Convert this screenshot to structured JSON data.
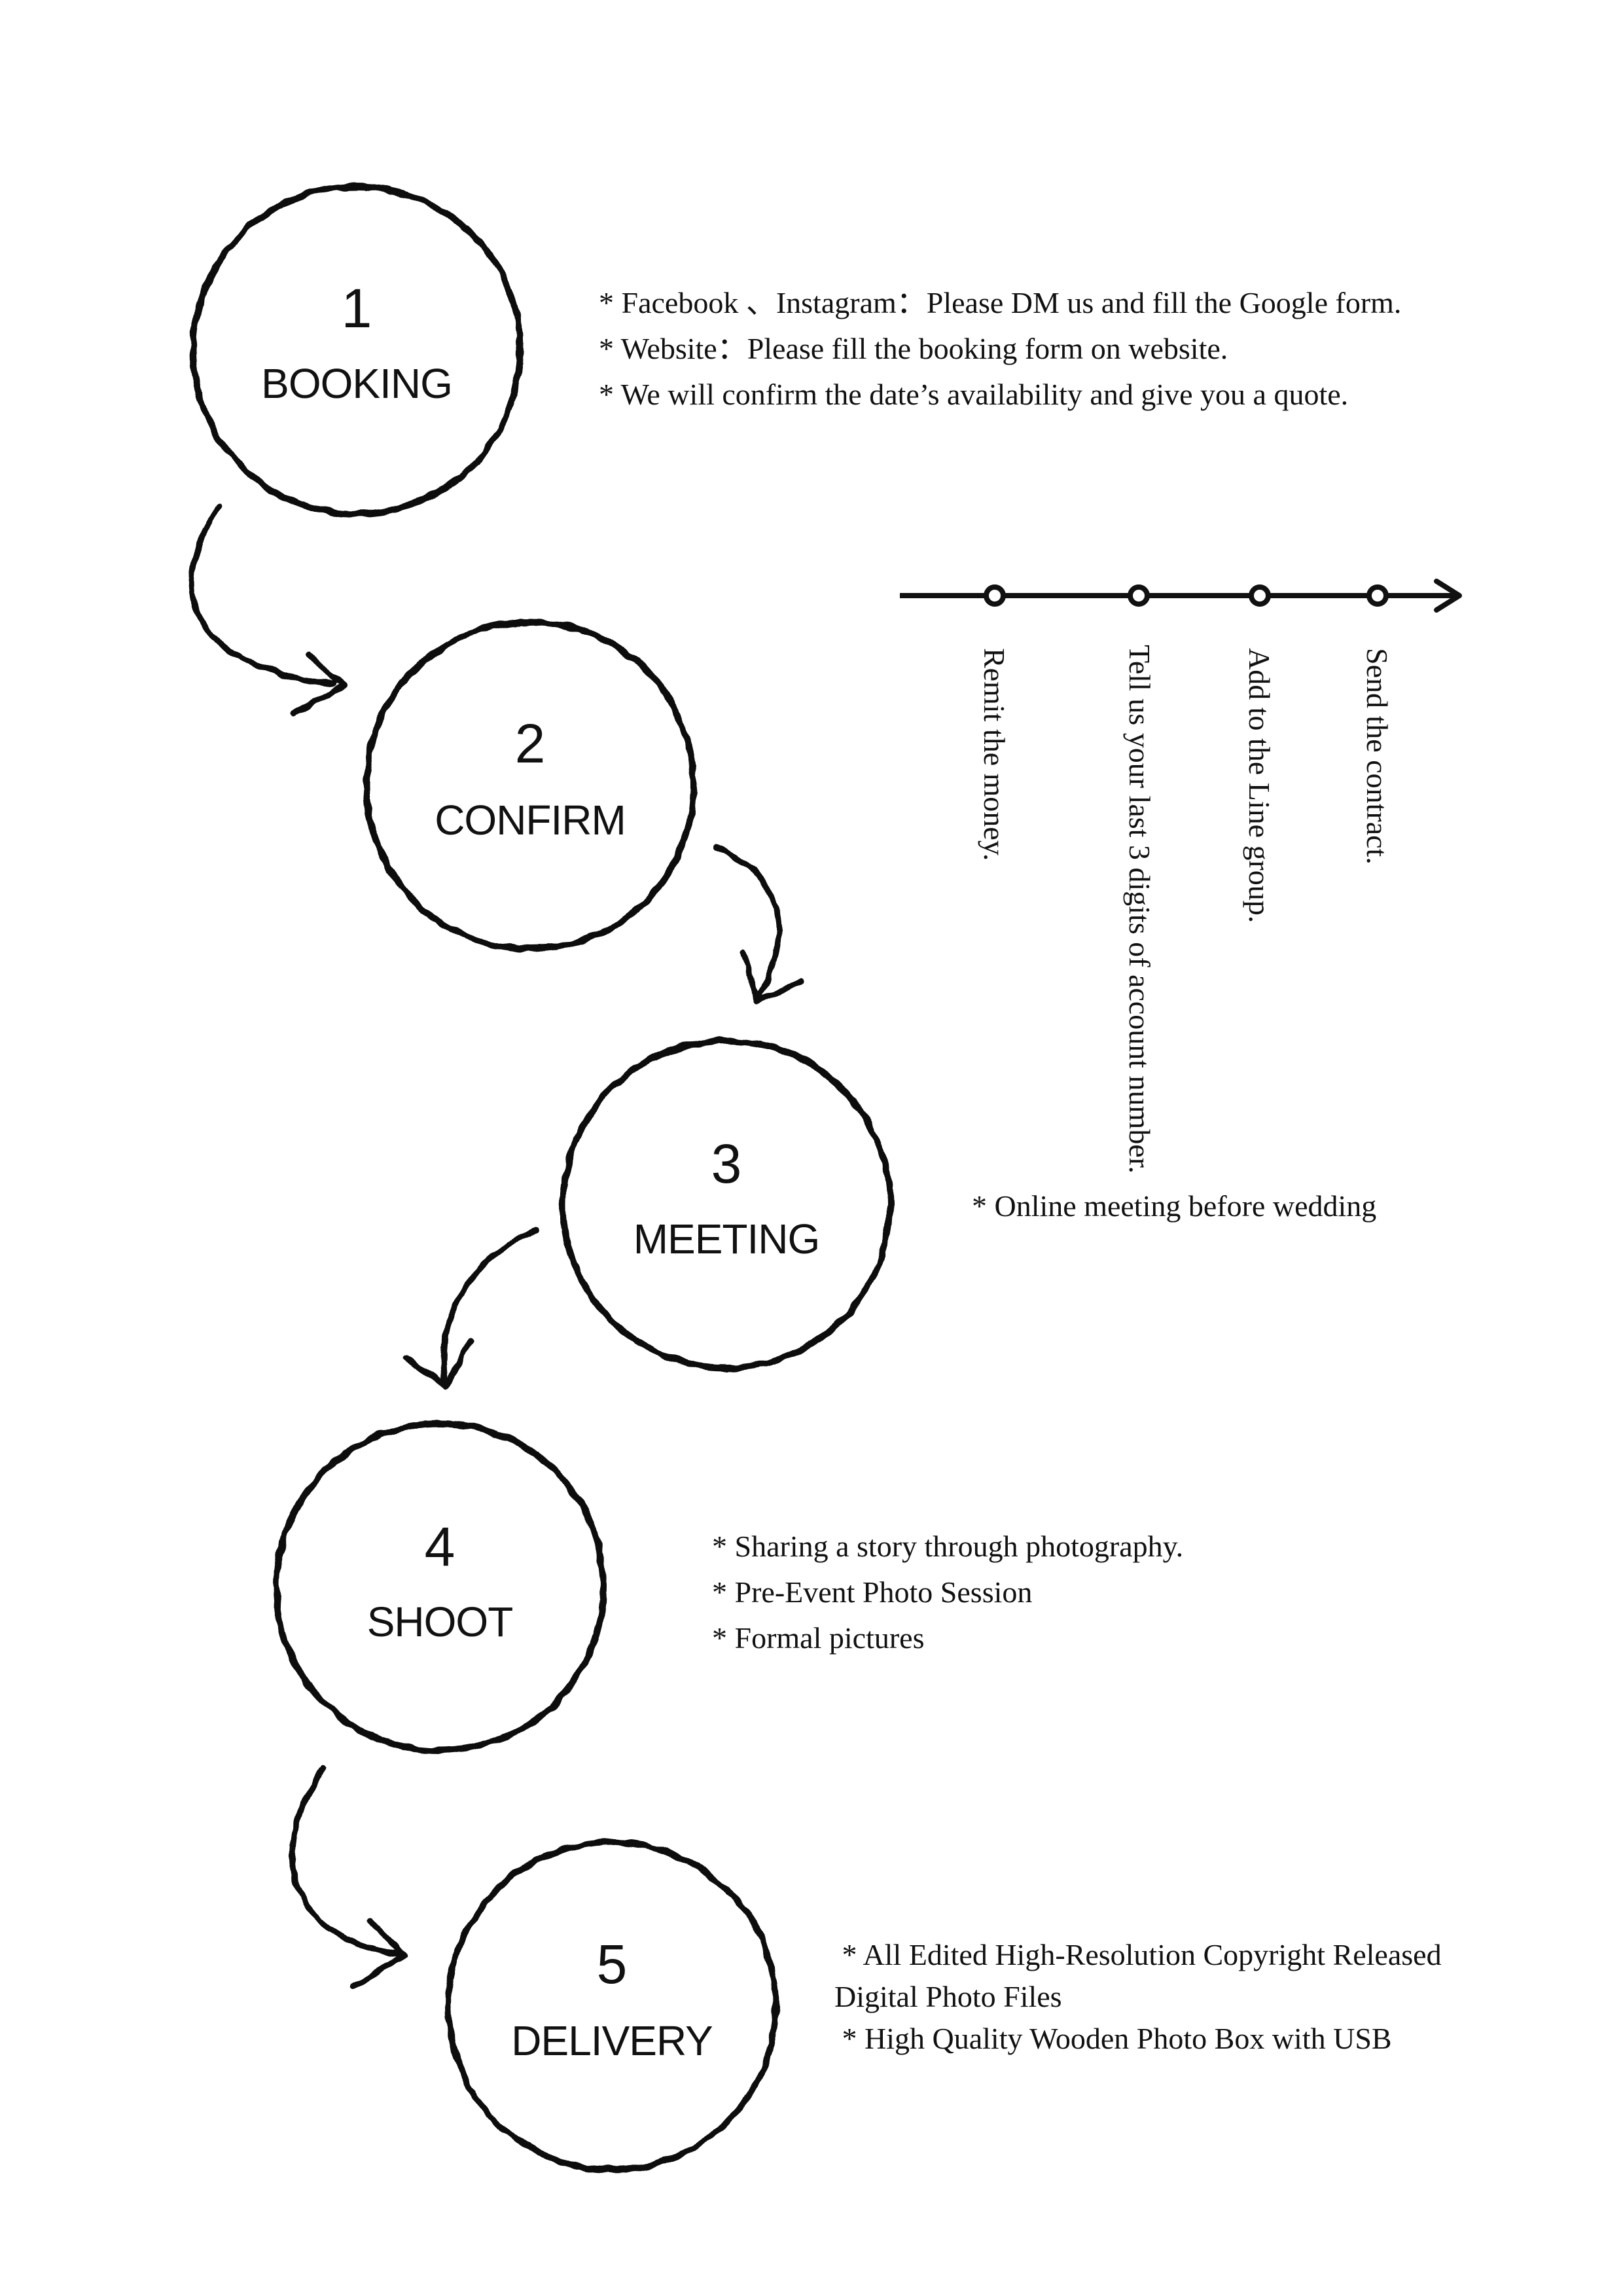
{
  "steps": [
    {
      "number": "1",
      "label": "BOOKING"
    },
    {
      "number": "2",
      "label": "CONFIRM"
    },
    {
      "number": "3",
      "label": "MEETING"
    },
    {
      "number": "4",
      "label": "SHOOT"
    },
    {
      "number": "5",
      "label": "DELIVERY"
    }
  ],
  "booking_notes": [
    "* Facebook 、Instagram：Please DM us and fill the Google form.",
    "* Website：Please fill the booking form on website.",
    "* We will confirm the date’s availability and give you a quote."
  ],
  "confirm_timeline": {
    "items": [
      "Remit the money.",
      "Tell us your last 3 digits of account number.",
      "Add to the Line group.",
      "Send the contract."
    ]
  },
  "meeting_notes": [
    "* Online meeting before wedding"
  ],
  "shoot_notes": [
    "* Sharing a story through photography.",
    "* Pre-Event Photo Session",
    "* Formal pictures"
  ],
  "delivery_notes": [
    " * All Edited High-Resolution Copyright Released",
    "Digital Photo Files",
    " * High Quality Wooden Photo Box with USB"
  ]
}
